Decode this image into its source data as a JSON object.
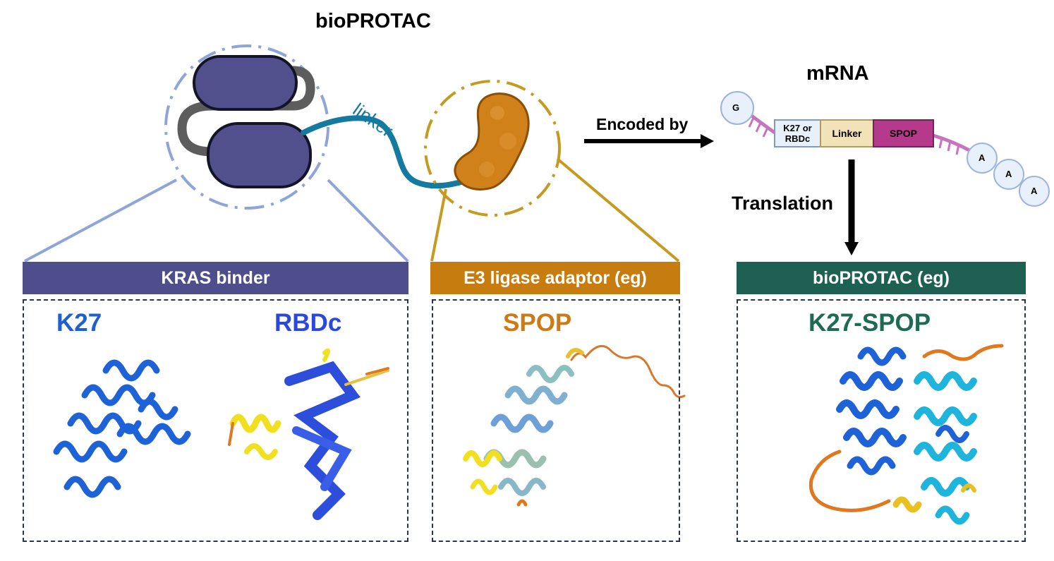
{
  "title": "bioPROTAC",
  "linker_label": "linker",
  "encoded_by_label": "Encoded by",
  "translation_label": "Translation",
  "mrna": {
    "title": "mRNA",
    "cap": "G",
    "segments": [
      "K27 or RBDc",
      "Linker",
      "SPOP"
    ],
    "tail": [
      "A",
      "A",
      "A"
    ]
  },
  "banners": {
    "kras_binder": "KRAS binder",
    "e3_adaptor": "E3 ligase adaptor (eg)",
    "bioprotac_eg": "bioPROTAC (eg)"
  },
  "structures": {
    "k27": "K27",
    "rbdc": "RBDc",
    "spop": "SPOP",
    "k27_spop": "K27-SPOP"
  },
  "colors": {
    "kras_banner": "#4f4e8c",
    "e3_banner": "#c77c10",
    "bioprotac_banner": "#1e6152",
    "k27_text": "#1f5fcf",
    "rbdc_text": "#2a48e0",
    "spop_text": "#cc7a14",
    "k27spop_text": "#1f6a55",
    "linker_blue": "#157aa0",
    "spop_segment": "#b53a8b",
    "linker_segment": "#f2e2b8",
    "k27_segment": "#e8f0fb"
  }
}
